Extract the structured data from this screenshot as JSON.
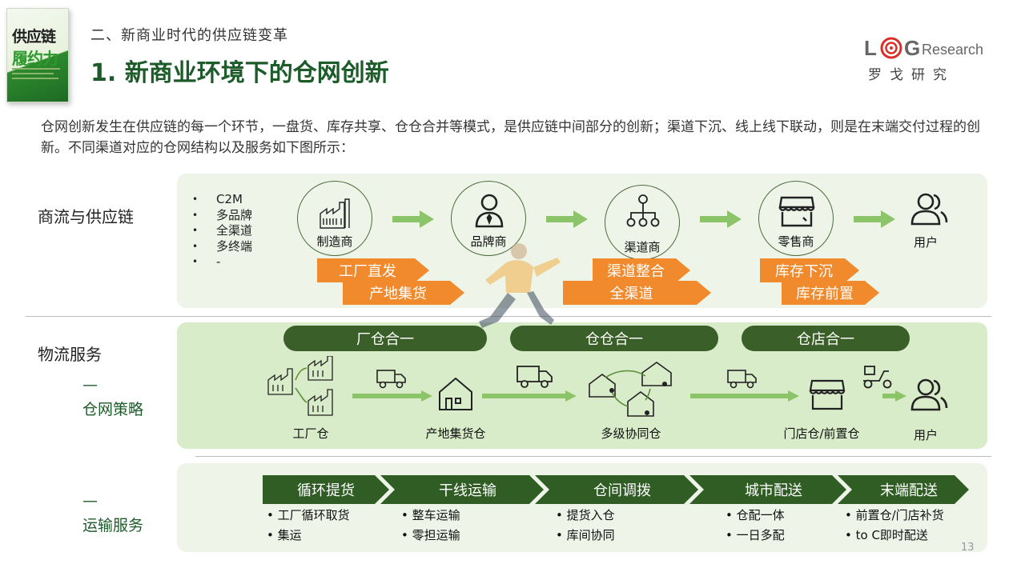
{
  "header": {
    "book_title_line1": "供应链",
    "book_title_line2": "履约力",
    "section_title": "二、新商业时代的供应链变革",
    "slide_title": "1. 新商业环境下的仓网创新",
    "logo_text": "LOGResearch",
    "logo_cn": "罗戈研究"
  },
  "intro": "仓网创新发生在供应链的每一个环节，一盘货、库存共享、仓仓合并等模式，是供应链中间部分的创新；渠道下沉、线上线下联动，则是在末端交付过程的创新。不同渠道对应的仓网结构以及服务如下图所示：",
  "row1": {
    "label": "商流与供应链",
    "bullets": [
      "C2M",
      "多品牌",
      "全渠道",
      "多终端",
      "-"
    ],
    "nodes": [
      {
        "label": "制造商",
        "icon": "factory-icon"
      },
      {
        "label": "品牌商",
        "icon": "person-tie-icon"
      },
      {
        "label": "渠道商",
        "icon": "network-icon"
      },
      {
        "label": "零售商",
        "icon": "store-icon"
      }
    ],
    "user_label": "用户",
    "orange_tags": [
      "工厂直发",
      "产地集货",
      "渠道整合",
      "全渠道",
      "库存下沉",
      "库存前置"
    ]
  },
  "row2": {
    "label": "物流服务",
    "dash": "—",
    "sub_label": "仓网策略",
    "pills": [
      "厂仓合一",
      "仓仓合一",
      "仓店合一"
    ],
    "nodes": [
      "工厂仓",
      "产地集货仓",
      "多级协同仓",
      "门店仓/前置仓"
    ],
    "user_label": "用户"
  },
  "row3": {
    "dash": "—",
    "label": "运输服务",
    "stages": [
      {
        "title": "循环提货",
        "items": [
          "工厂循环取货",
          "集运"
        ]
      },
      {
        "title": "干线运输",
        "items": [
          "整车运输",
          "零担运输"
        ]
      },
      {
        "title": "仓间调拨",
        "items": [
          "提货入仓",
          "库间协同"
        ]
      },
      {
        "title": "城市配送",
        "items": [
          "仓配一体",
          "一日多配"
        ]
      },
      {
        "title": "末端配送",
        "items": [
          "前置仓/门店补货",
          "to C即时配送"
        ]
      }
    ]
  },
  "page_number": "13",
  "colors": {
    "title_green": "#1e5b2a",
    "panel_light": "#eef5e8",
    "panel_mid": "#d9ecc9",
    "arrow_green": "#8cc46a",
    "orange": "#f08a2c",
    "dark_green": "#2f5d23",
    "logo_red": "#d8302a"
  }
}
